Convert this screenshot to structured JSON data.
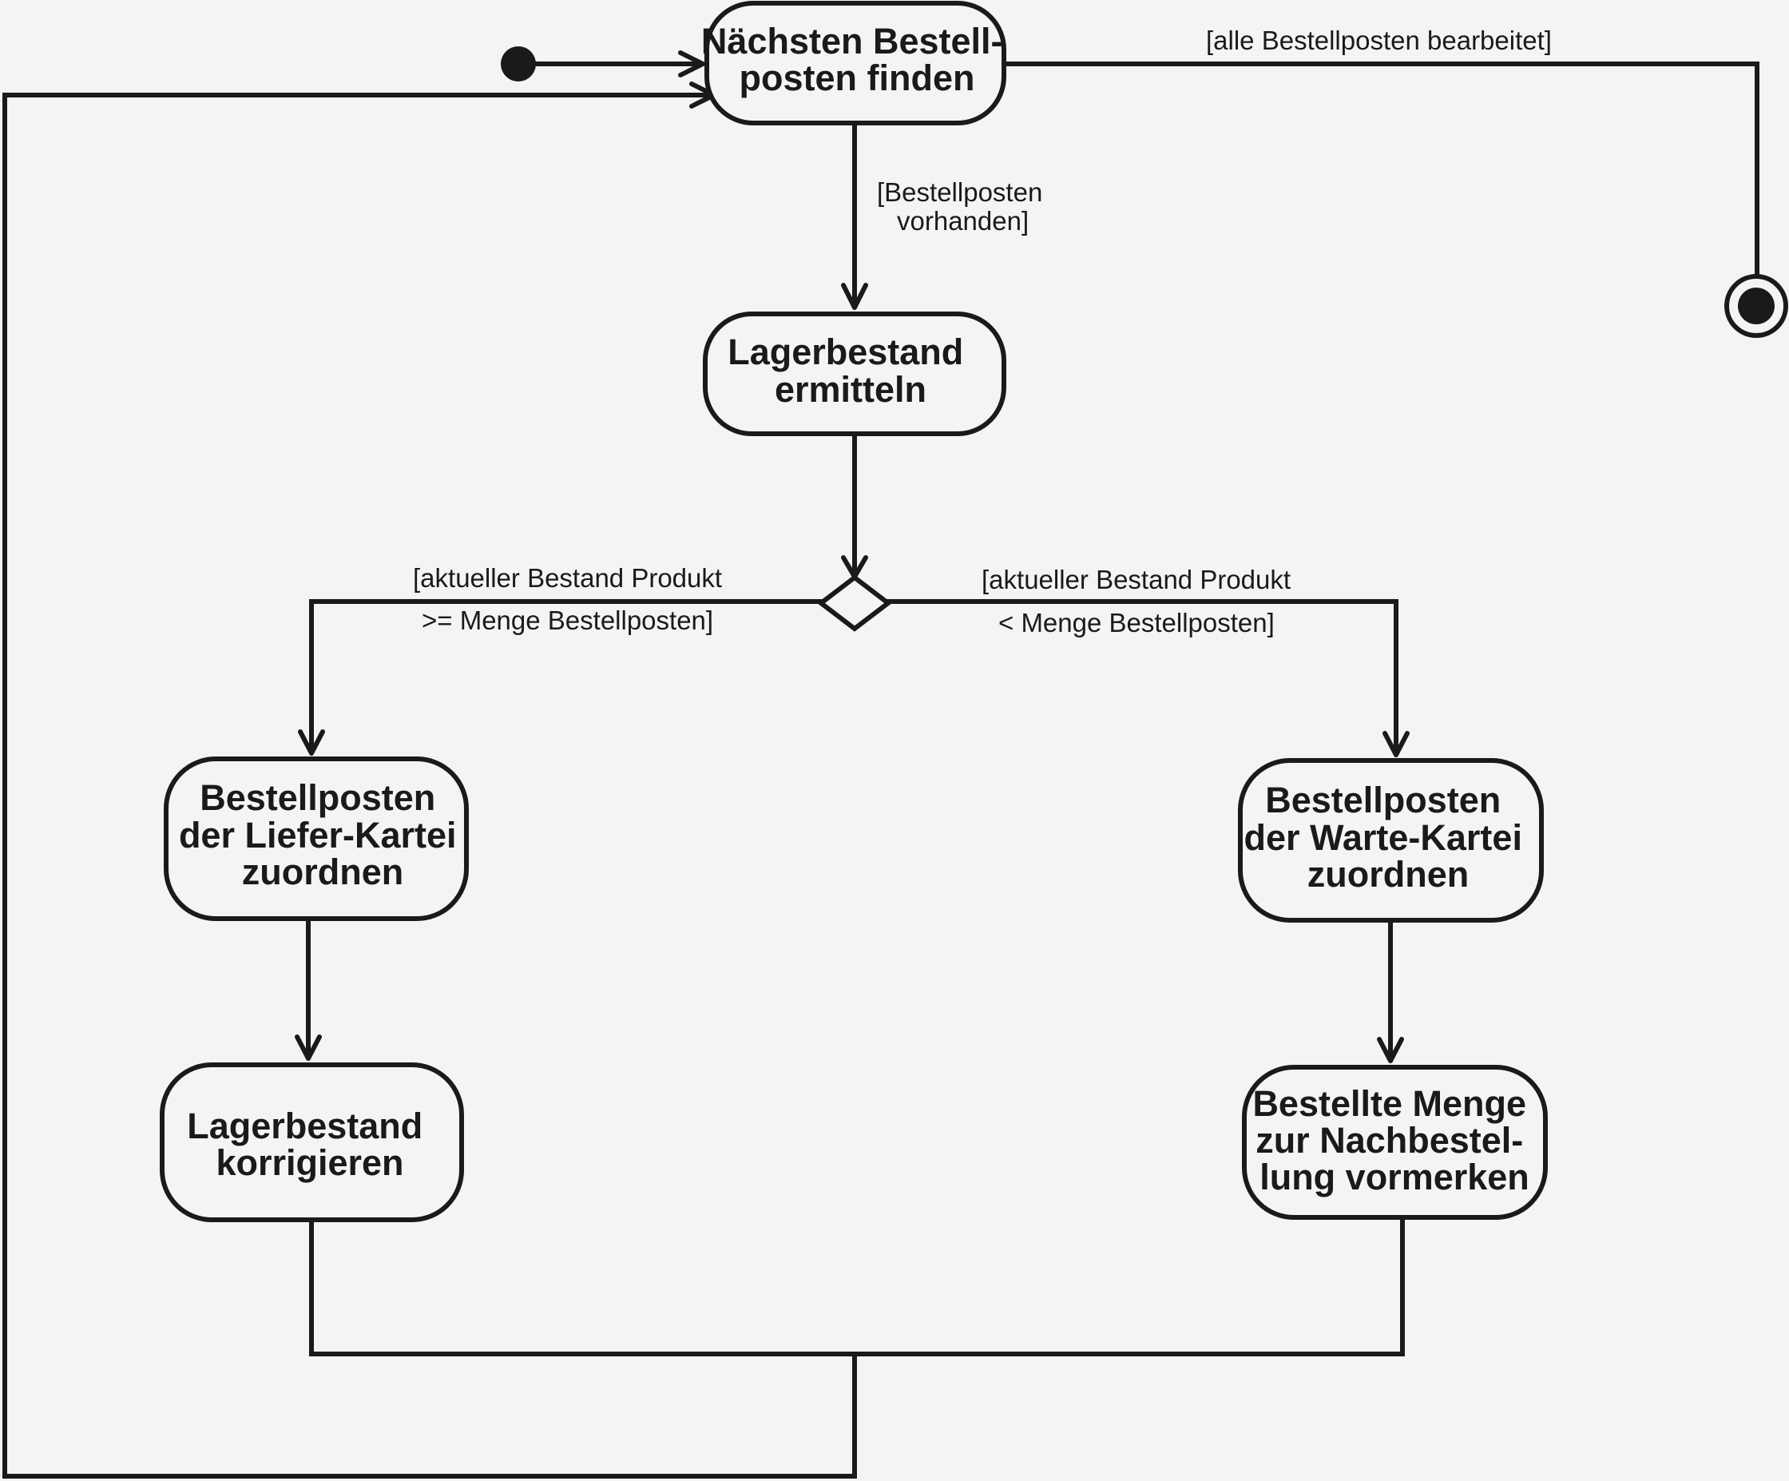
{
  "nodes": {
    "find_item": [
      "Nächsten Bestell-",
      "posten finden"
    ],
    "determine_stock": [
      "Lagerbestand",
      "ermitteln"
    ],
    "assign_delivery": [
      "Bestellposten",
      "der Liefer-Kartei",
      "zuordnen"
    ],
    "correct_stock": [
      "Lagerbestand",
      "korrigieren"
    ],
    "assign_waiting": [
      "Bestellposten",
      "der Warte-Kartei",
      "zuordnen"
    ],
    "mark_reorder": [
      "Bestellte Menge",
      "zur Nachbestel-",
      "lung vormerken"
    ]
  },
  "guards": {
    "all_processed": "[alle Bestellposten bearbeitet]",
    "item_exists": [
      "[Bestellposten",
      "vorhanden]"
    ],
    "stock_sufficient": [
      "[aktueller Bestand Produkt",
      ">= Menge Bestellposten]"
    ],
    "stock_insufficient": [
      "[aktueller Bestand Produkt",
      "< Menge Bestellposten]"
    ]
  },
  "colors": {
    "line": "#1a1a1a",
    "background": "#f4f4f4"
  }
}
